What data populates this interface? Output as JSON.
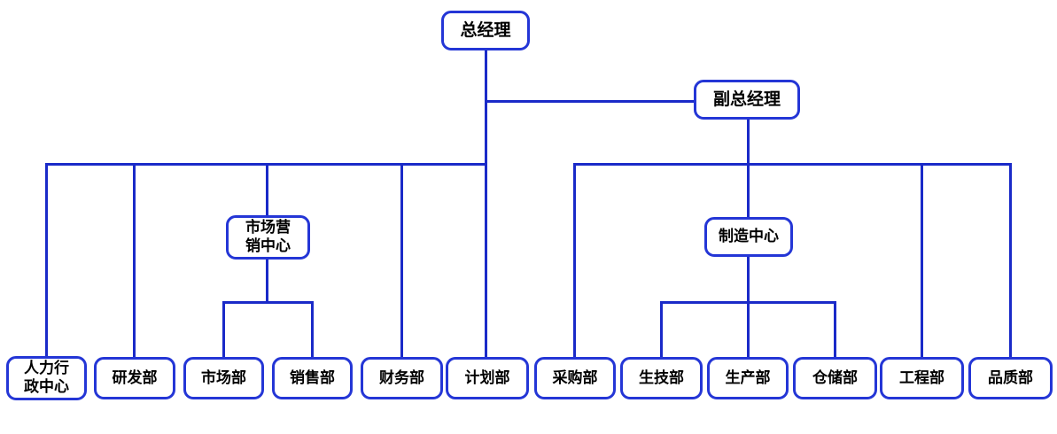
{
  "colors": {
    "line": "#1a2ac8",
    "border": "#2436d6",
    "text": "#000000",
    "background": "#ffffff"
  },
  "org_chart": {
    "nodes": {
      "gm": {
        "label": "总经理"
      },
      "dgm": {
        "label": "副总经理"
      },
      "marketing_center": {
        "label": "市场营\n销中心"
      },
      "manufacturing_center": {
        "label": "制造中心"
      },
      "hr_admin": {
        "label": "人力行\n政中心"
      },
      "rd": {
        "label": "研发部"
      },
      "market": {
        "label": "市场部"
      },
      "sales": {
        "label": "销售部"
      },
      "finance": {
        "label": "财务部"
      },
      "planning": {
        "label": "计划部"
      },
      "purchasing": {
        "label": "采购部"
      },
      "prod_tech": {
        "label": "生技部"
      },
      "production": {
        "label": "生产部"
      },
      "warehouse": {
        "label": "仓储部"
      },
      "engineering": {
        "label": "工程部"
      },
      "quality": {
        "label": "品质部"
      }
    },
    "edges": [
      [
        "gm",
        "dgm"
      ],
      [
        "gm",
        "hr_admin"
      ],
      [
        "gm",
        "rd"
      ],
      [
        "gm",
        "marketing_center"
      ],
      [
        "gm",
        "finance"
      ],
      [
        "gm",
        "planning"
      ],
      [
        "dgm",
        "purchasing"
      ],
      [
        "dgm",
        "manufacturing_center"
      ],
      [
        "dgm",
        "engineering"
      ],
      [
        "dgm",
        "quality"
      ],
      [
        "marketing_center",
        "market"
      ],
      [
        "marketing_center",
        "sales"
      ],
      [
        "manufacturing_center",
        "prod_tech"
      ],
      [
        "manufacturing_center",
        "production"
      ],
      [
        "manufacturing_center",
        "warehouse"
      ]
    ]
  }
}
